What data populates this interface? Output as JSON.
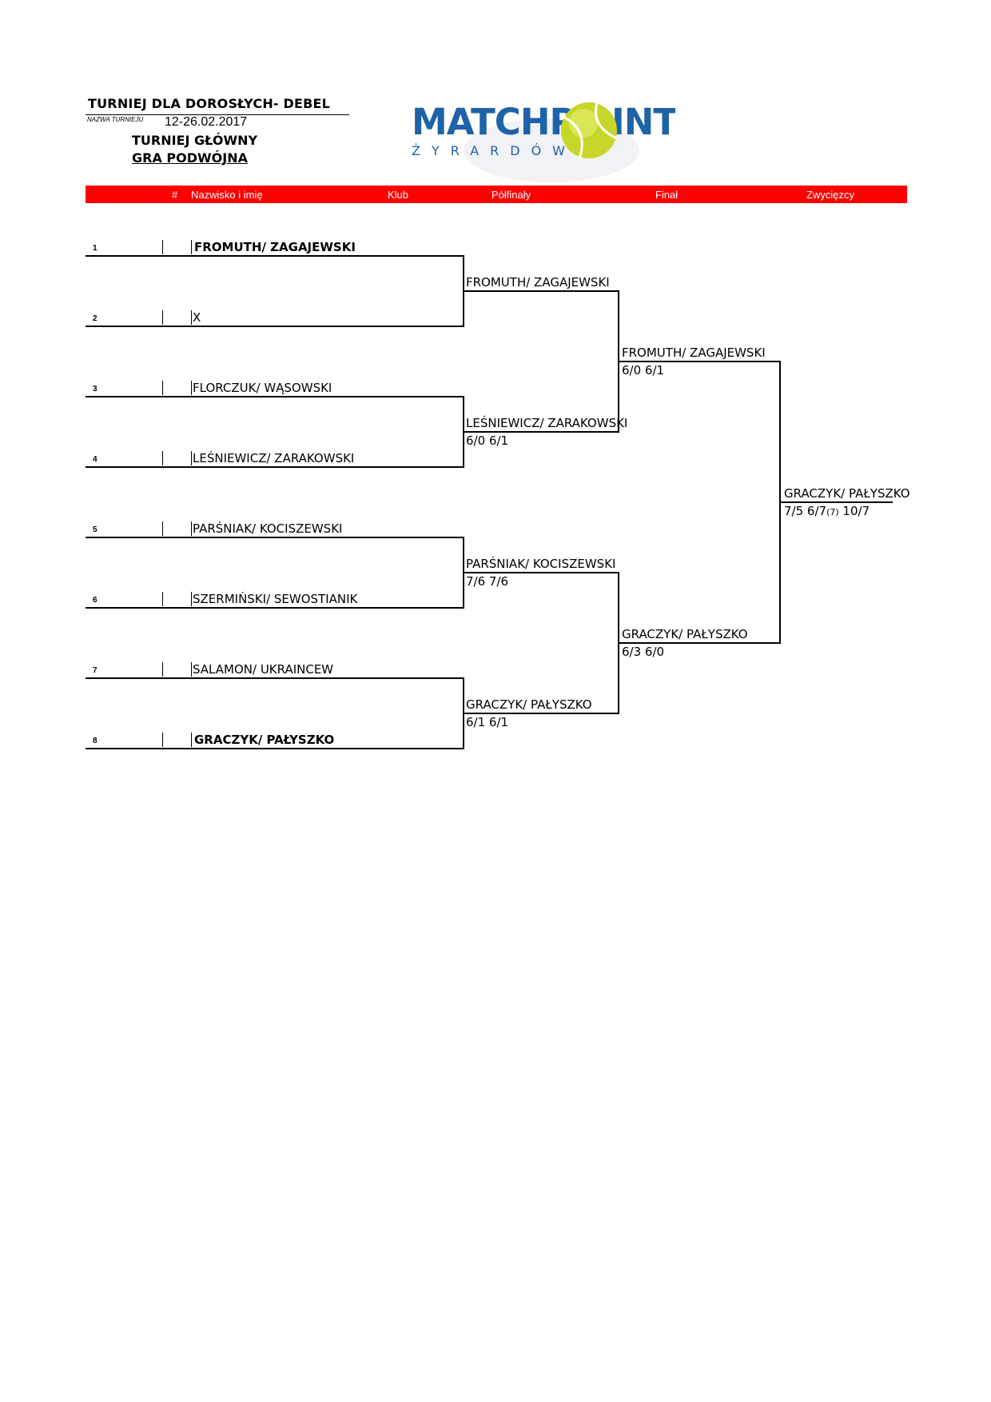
{
  "header": {
    "title": "TURNIEJ DLA DOROSŁYCH- DEBEL",
    "label_small": "NAZWA TURNIEJU",
    "date": "12-26.02.2017",
    "subtitle1": "TURNIEJ GŁÓWNY",
    "subtitle2": "GRA PODWÓJNA"
  },
  "logo": {
    "text_left": "MATCHP",
    "text_right": "INT",
    "subtext": "ŻYRARDÓW",
    "brand_color": "#1e62a7",
    "ball_color": "#c8d629"
  },
  "columns": {
    "num": "#",
    "name": "Nazwisko i imię",
    "club": "Klub",
    "semis": "Półfinały",
    "final": "Finał",
    "winner": "Zwycięzcy",
    "bar_color": "#ff0000"
  },
  "round1": [
    {
      "seed": "1",
      "name": "FROMUTH/ ZAGAJEWSKI"
    },
    {
      "seed": "2",
      "name": "X"
    },
    {
      "seed": "3",
      "name": "FLORCZUK/ WĄSOWSKI"
    },
    {
      "seed": "4",
      "name": "LEŚNIEWICZ/ ZARAKOWSKI"
    },
    {
      "seed": "5",
      "name": "PARŚNIAK/ KOCISZEWSKI"
    },
    {
      "seed": "6",
      "name": "SZERMIŃSKI/ SEWOSTIANIK"
    },
    {
      "seed": "7",
      "name": "SALAMON/ UKRAINCEW"
    },
    {
      "seed": "8",
      "name": "GRACZYK/ PAŁYSZKO"
    }
  ],
  "round2": [
    {
      "name": "FROMUTH/ ZAGAJEWSKI",
      "score": ""
    },
    {
      "name": "LEŚNIEWICZ/ ZARAKOWSKI",
      "score": "6/0 6/1"
    },
    {
      "name": "PARŚNIAK/ KOCISZEWSKI",
      "score": "7/6 7/6"
    },
    {
      "name": "GRACZYK/ PAŁYSZKO",
      "score": "6/1 6/1"
    }
  ],
  "round3": [
    {
      "name": "FROMUTH/ ZAGAJEWSKI",
      "score": "6/0 6/1"
    },
    {
      "name": "GRACZYK/ PAŁYSZKO",
      "score": "6/3 6/0"
    }
  ],
  "winner": {
    "name": "GRACZYK/ PAŁYSZKO",
    "score_a": "7/5 6/7",
    "score_tb": "(7)",
    "score_b": " 10/7"
  }
}
